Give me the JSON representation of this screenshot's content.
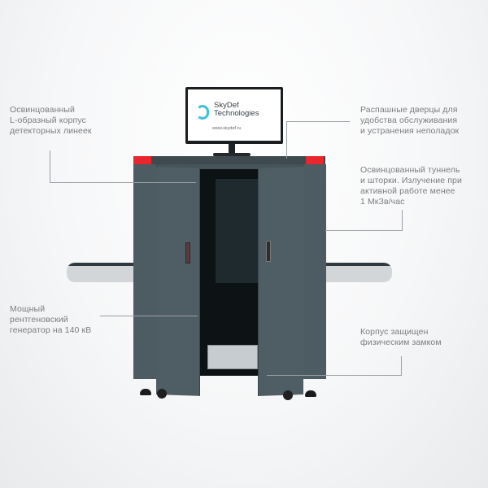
{
  "monitor": {
    "brand_line1": "SkyDef",
    "brand_line2": "Technologies",
    "url": "www.skydef.ru",
    "logo_color": "#3ec2dc"
  },
  "callouts": [
    {
      "id": "detector-housing",
      "lines": [
        "Освинцованный",
        "L-образный корпус",
        "детекторных линеек"
      ]
    },
    {
      "id": "swing-doors",
      "lines": [
        "Распашные дверцы для",
        "удобства обслуживания",
        "и устранения неполадок"
      ]
    },
    {
      "id": "tunnel-curtains",
      "lines": [
        "Освинцованный туннель",
        "и шторки. Излучение при",
        "активной работе менее",
        "1 МкЗв/час"
      ]
    },
    {
      "id": "generator",
      "lines": [
        "Мощный",
        "рентгеновский",
        "генератор на 140 кВ"
      ]
    },
    {
      "id": "lock",
      "lines": [
        "Корпус защищен",
        "физическим замком"
      ]
    }
  ],
  "colors": {
    "body": "#46545b",
    "accent_red": "#e8262c",
    "callout_text": "#7a7d80"
  }
}
